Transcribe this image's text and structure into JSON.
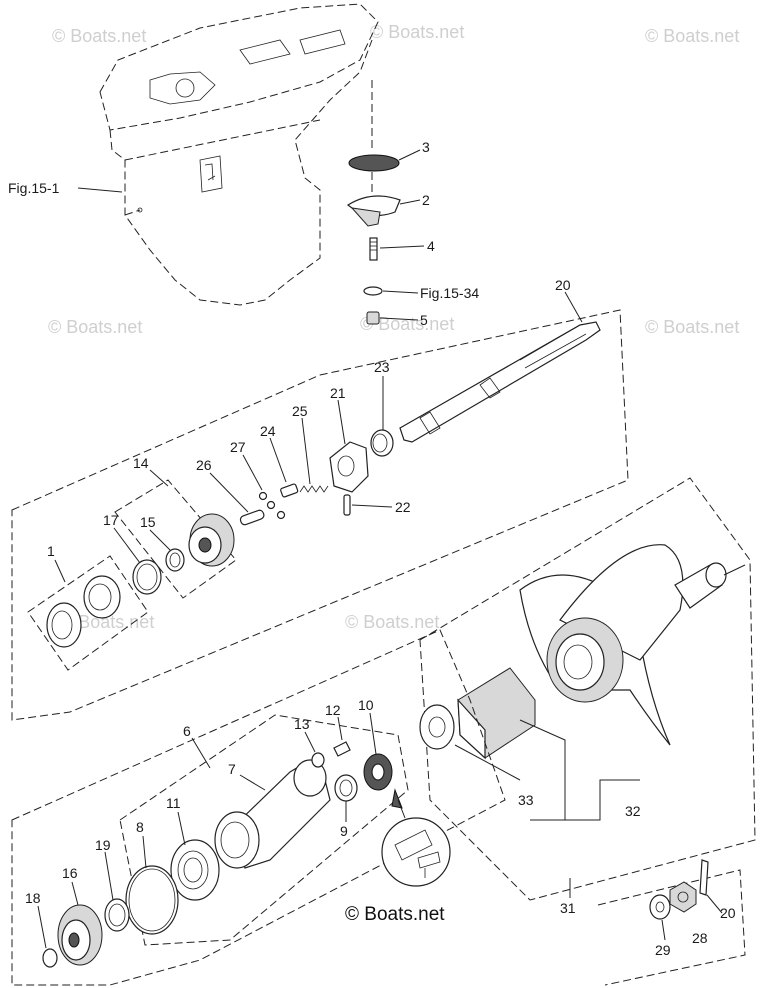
{
  "watermarks": [
    "© Boats.net",
    "© Boats.net",
    "© Boats.net",
    "© Boats.net",
    "© Boats.net",
    "© Boats.net",
    "© Boats.net",
    "© Boats.net"
  ],
  "credit": "© Boats.net",
  "refs": {
    "fig_15_1": "Fig.15-1",
    "fig_15_34": "Fig.15-34"
  },
  "callouts": {
    "p1": "1",
    "p2": "2",
    "p3": "3",
    "p4": "4",
    "p5": "5",
    "p6": "6",
    "p7": "7",
    "p8": "8",
    "p9": "9",
    "p10": "10",
    "p11": "11",
    "p12": "12",
    "p13": "13",
    "p14": "14",
    "p15": "15",
    "p16": "16",
    "p17": "17",
    "p18": "18",
    "p19": "19",
    "p20": "20",
    "p20b": "20",
    "p21": "21",
    "p22": "22",
    "p23": "23",
    "p24": "24",
    "p25": "25",
    "p26": "26",
    "p27": "27",
    "p28": "28",
    "p29": "29",
    "p31": "31",
    "p32": "32",
    "p33": "33"
  }
}
